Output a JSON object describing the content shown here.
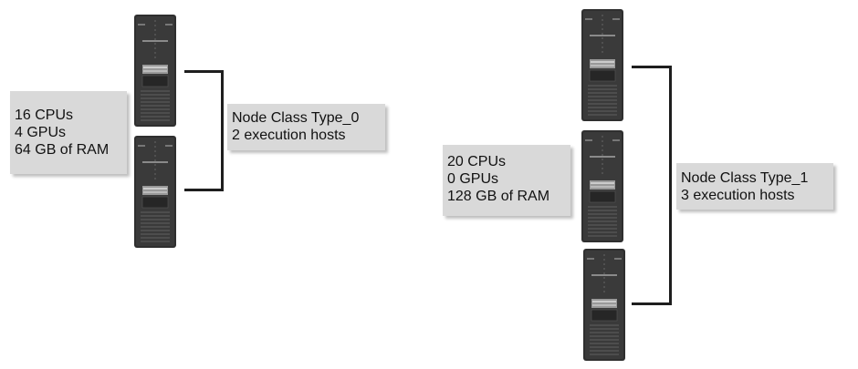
{
  "groups": [
    {
      "specs": [
        "16 CPUs",
        "4 GPUs",
        "64 GB of RAM"
      ],
      "node_class": "Node Class Type_0",
      "hosts_label": "2 execution hosts",
      "host_count": 2
    },
    {
      "specs": [
        "20 CPUs",
        "0 GPUs",
        "128 GB of RAM"
      ],
      "node_class": "Node Class Type_1",
      "hosts_label": "3 execution hosts",
      "host_count": 3
    }
  ],
  "icons": {
    "server": "server-tower-icon"
  }
}
